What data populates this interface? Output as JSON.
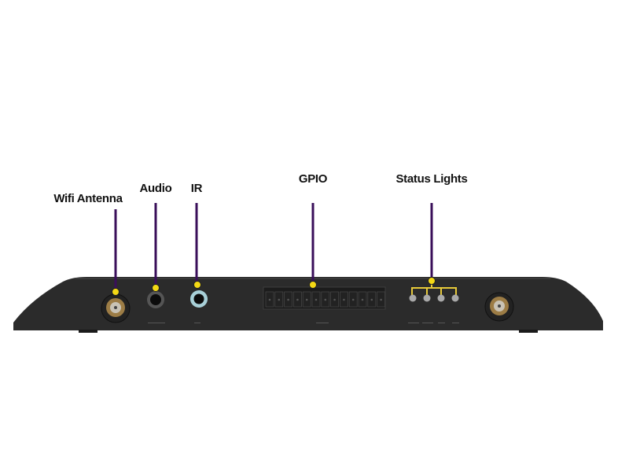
{
  "labels": {
    "wifi_antenna": "Wifi Antenna",
    "audio": "Audio",
    "ir": "IR",
    "gpio": "GPIO",
    "status_lights": "Status Lights"
  },
  "colors": {
    "callout_line": "#3a0f5a",
    "callout_dot": "#f5d915",
    "device_body": "#2b2b2b",
    "led": "#a9a9a9"
  }
}
